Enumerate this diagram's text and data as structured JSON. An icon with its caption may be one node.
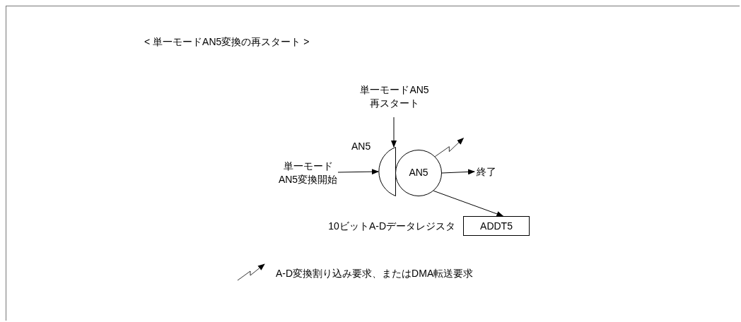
{
  "diagram": {
    "title": "< 単一モードAN5変換の再スタート >",
    "nodes": [
      {
        "text": [
          "単一モードAN5再スタート"
        ]
      },
      {
        "text": [
          "単一モードAN5変換開始"
        ]
      },
      {
        "text": [
          "AN5"
        ]
      },
      {
        "text": [
          "AN5"
        ]
      },
      {
        "text": [
          "終了"
        ]
      },
      {
        "text": [
          "ADDT5"
        ],
        "beside": [
          "10ビットA-Dデータレジスタ"
        ]
      }
    ],
    "edges": [
      {
        "from": 0,
        "to": 2,
        "arrow": "to"
      },
      {
        "from": 1,
        "to": 2,
        "arrow": "to"
      },
      {
        "from": 3,
        "to": 4,
        "arrow": "to"
      },
      {
        "from": 3,
        "to": 5,
        "arrow": "to"
      },
      {
        "from": 3,
        "to": null,
        "arrow": "to"
      }
    ],
    "legend": [
      {
        "text": "A-D変換割り込み要求、またはDMA転送要求"
      }
    ]
  }
}
